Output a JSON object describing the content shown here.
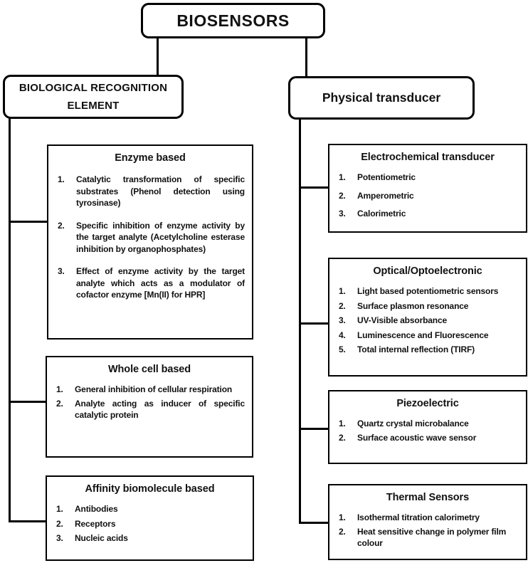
{
  "diagram": {
    "root": {
      "label": "BIOSENSORS"
    },
    "left_branch": {
      "header": "BIOLOGICAL RECOGNITION ELEMENT",
      "boxes": [
        {
          "title": "Enzyme based",
          "items": [
            {
              "num": "1.",
              "text": "Catalytic transformation of specific substrates (Phenol detection using tyrosinase)"
            },
            {
              "num": "2.",
              "text": "Specific inhibition of enzyme activity by the target analyte (Acetylcholine esterase inhibition by organophosphates)"
            },
            {
              "num": "3.",
              "text": "Effect of enzyme activity by the target analyte which acts as a modulator of cofactor enzyme [Mn(II) for HPR]"
            }
          ]
        },
        {
          "title": "Whole cell based",
          "items": [
            {
              "num": "1.",
              "text": "General inhibition of cellular respiration"
            },
            {
              "num": "2.",
              "text": "Analyte acting as inducer of specific catalytic protein"
            }
          ]
        },
        {
          "title": "Affinity biomolecule based",
          "items": [
            {
              "num": "1.",
              "text": "Antibodies"
            },
            {
              "num": "2.",
              "text": "Receptors"
            },
            {
              "num": "3.",
              "text": "Nucleic acids"
            }
          ]
        }
      ]
    },
    "right_branch": {
      "header": "Physical transducer",
      "boxes": [
        {
          "title": "Electrochemical transducer",
          "items": [
            {
              "num": "1.",
              "text": "Potentiometric"
            },
            {
              "num": "2.",
              "text": "Amperometric"
            },
            {
              "num": "3.",
              "text": "Calorimetric"
            }
          ]
        },
        {
          "title": "Optical/Optoelectronic",
          "items": [
            {
              "num": "1.",
              "text": "Light based potentiometric sensors"
            },
            {
              "num": "2.",
              "text": "Surface plasmon resonance"
            },
            {
              "num": "3.",
              "text": "UV-Visible absorbance"
            },
            {
              "num": "4.",
              "text": "Luminescence and Fluorescence"
            },
            {
              "num": "5.",
              "text": "Total internal reflection (TIRF)"
            }
          ]
        },
        {
          "title": "Piezoelectric",
          "items": [
            {
              "num": "1.",
              "text": "Quartz crystal microbalance"
            },
            {
              "num": "2.",
              "text": "Surface acoustic wave sensor"
            }
          ]
        },
        {
          "title": "Thermal Sensors",
          "items": [
            {
              "num": "1.",
              "text": "Isothermal titration calorimetry"
            },
            {
              "num": "2.",
              "text": "Heat sensitive change in polymer film colour"
            }
          ]
        }
      ]
    },
    "colors": {
      "line": "#000000",
      "background": "#ffffff",
      "text": "#111111"
    }
  }
}
